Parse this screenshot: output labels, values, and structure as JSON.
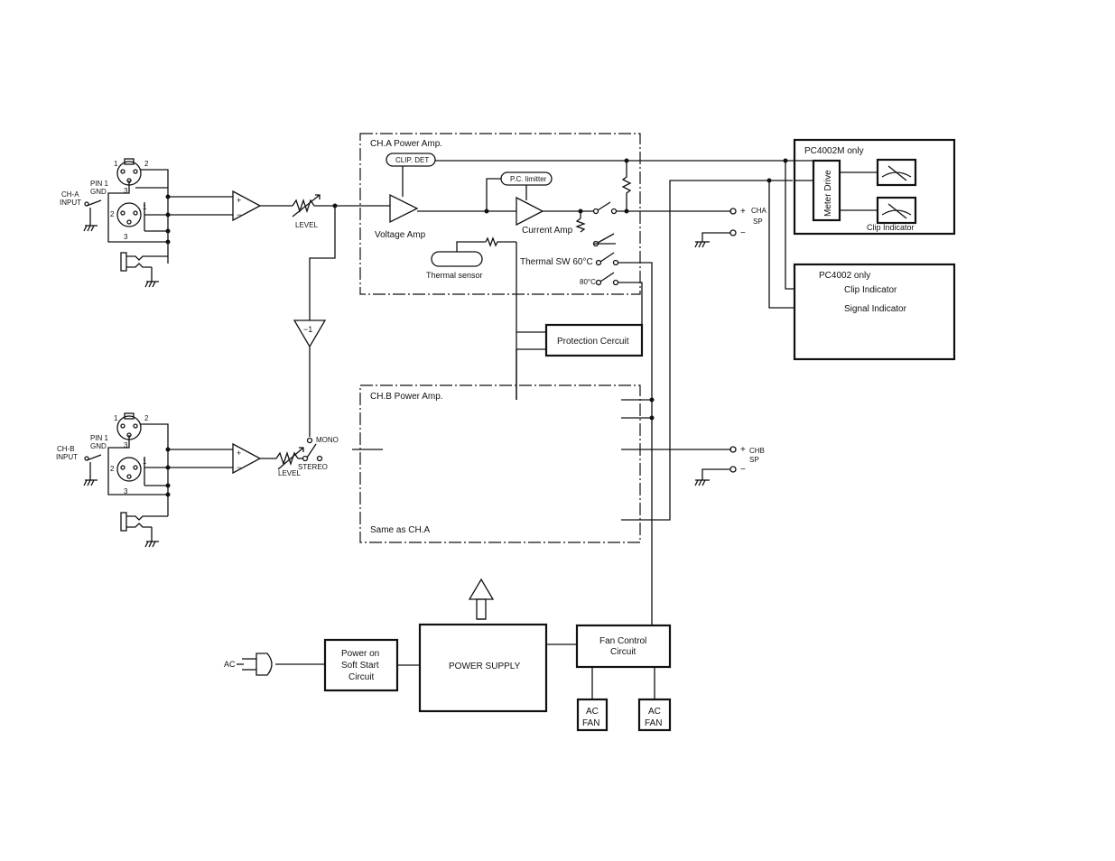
{
  "input_section": {
    "cha_input": [
      "CH-A",
      "INPUT"
    ],
    "chb_input": [
      "CH-B",
      "INPUT"
    ],
    "pin1_gnd": [
      "PIN 1",
      "GND"
    ],
    "pin_1": "1",
    "pin_2": "2",
    "pin_3": "3"
  },
  "level_labels": {
    "level": "LEVEL",
    "mono": "MONO",
    "stereo": "STEREO"
  },
  "cha_amp": {
    "title": "CH.A Power Amp.",
    "clip_det": "CLIP. DET",
    "pc_limitter": "P.C. limitter",
    "voltage_amp": "Voltage Amp",
    "current_amp": "Current Amp",
    "thermal_sensor": "Thermal sensor",
    "thermal_sw": "Thermal SW 60°C",
    "sw_80": "80°C"
  },
  "chb_amp": {
    "title": "CH.B Power Amp.",
    "same_as": "Same as CH.A"
  },
  "protection": "Protection Cercuit",
  "speaker_a": {
    "plus": "+",
    "minus": "−",
    "name": "CHA",
    "sp": "SP"
  },
  "speaker_b": {
    "plus": "+",
    "minus": "−",
    "name": "CHB",
    "sp": "SP"
  },
  "pc4002m": {
    "title": "PC4002M only",
    "meter_drive": "Meter Drive",
    "clip_indicator": "Clip Indicator"
  },
  "pc4002": {
    "title": "PC4002 only",
    "clip_indicator": "Clip Indicator",
    "signal_indicator": "Signal Indicator"
  },
  "power": {
    "ac": "AC",
    "soft_start": [
      "Power on",
      "Soft Start",
      "Circuit"
    ],
    "power_supply": "POWER SUPPLY",
    "fan_control": [
      "Fan Control",
      "Circuit"
    ],
    "ac_fan": [
      "AC",
      "FAN"
    ]
  },
  "amp_signs": {
    "plus": "+",
    "minus": "−",
    "inverter": "−1"
  }
}
